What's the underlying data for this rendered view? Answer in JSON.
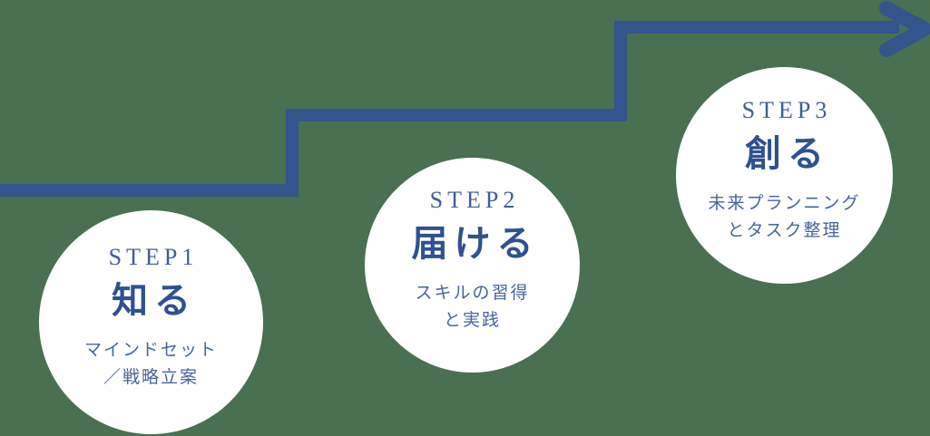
{
  "colors": {
    "background": "#497051",
    "arrow": "#33548C",
    "circle_fill": "#FFFFFF",
    "label_text": "#3E5E9B",
    "title_text": "#2F5190",
    "desc_text": "#45659F"
  },
  "arrow": {
    "icon": "stepped-arrow-right-icon"
  },
  "steps": [
    {
      "label": "STEP1",
      "title": "知る",
      "desc": "マインドセット\n／戦略立案"
    },
    {
      "label": "STEP2",
      "title": "届ける",
      "desc": "スキルの習得\nと実践"
    },
    {
      "label": "STEP3",
      "title": "創る",
      "desc": "未来プランニング\nとタスク整理"
    }
  ]
}
